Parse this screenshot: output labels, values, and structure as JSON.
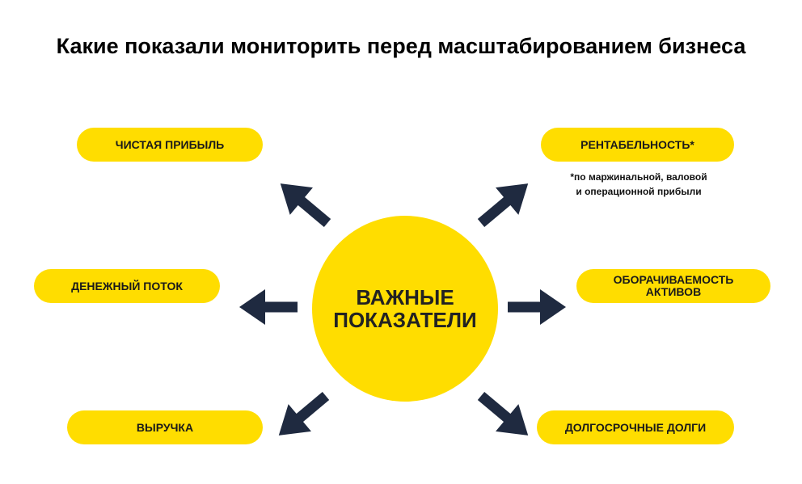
{
  "title": "Какие показали мониторить перед масштабированием бизнеса",
  "center": {
    "line1": "ВАЖНЫЕ",
    "line2": "ПОКАЗАТЕЛИ"
  },
  "items": {
    "net_profit": "ЧИСТАЯ ПРИБЫЛЬ",
    "profitability": "РЕНТАБЕЛЬНОСТЬ*",
    "profitability_note_1": "*по маржинальной, валовой",
    "profitability_note_2": "и операционной прибыли",
    "cash_flow": "ДЕНЕЖНЫЙ ПОТОК",
    "asset_turnover_1": "ОБОРАЧИВАЕМОСТЬ",
    "asset_turnover_2": "АКТИВОВ",
    "revenue": "ВЫРУЧКА",
    "long_term_debt": "ДОЛГОСРОЧНЫЕ ДОЛГИ"
  },
  "colors": {
    "accent": "#FFDD00",
    "arrow": "#1F2A40"
  }
}
